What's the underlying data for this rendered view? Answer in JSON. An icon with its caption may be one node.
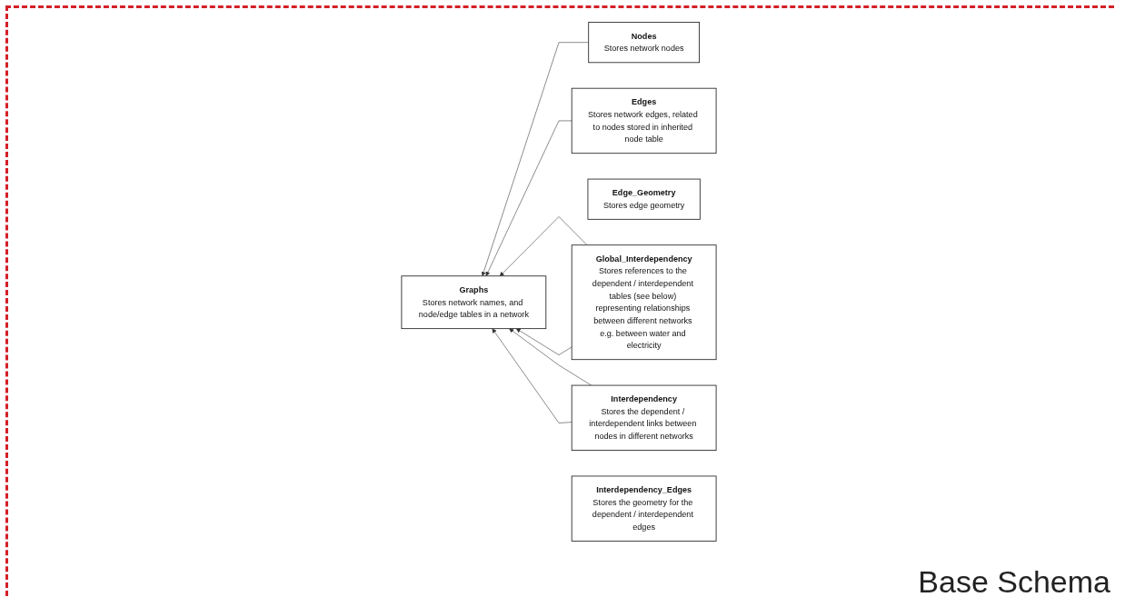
{
  "diagram": {
    "nodes": [
      {
        "text": [
          "Graphs",
          "Stores network names, and node/edge tables in a network"
        ]
      },
      {
        "text": [
          "Nodes",
          "Stores network nodes"
        ]
      },
      {
        "text": [
          "Edges",
          "Stores network edges, related to nodes stored in inherited node table"
        ]
      },
      {
        "text": [
          "Edge_Geometry",
          "Stores edge geometry"
        ]
      },
      {
        "text": [
          "Global_Interdependency",
          "Stores references to the dependent / interdependent tables (see below) representing relationships between different networks e.g. between water and electricity"
        ]
      },
      {
        "text": [
          "Interdependency",
          "Stores the dependent / interdependent links between nodes in different networks"
        ]
      },
      {
        "text": [
          "Interdependency_Edges",
          "Stores the geometry for the dependent / interdependent edges"
        ]
      }
    ],
    "edges": [
      {
        "from": 1,
        "to": 0,
        "arrow": "to"
      },
      {
        "from": 2,
        "to": 0,
        "arrow": "to"
      },
      {
        "from": 4,
        "to": 0,
        "arrow": "to"
      },
      {
        "from": 4,
        "to": 0,
        "arrow": "to"
      },
      {
        "from": 5,
        "to": 0,
        "arrow": "to"
      },
      {
        "from": 5,
        "to": 0,
        "arrow": "to"
      }
    ],
    "labels": [
      "Base Schema"
    ]
  }
}
